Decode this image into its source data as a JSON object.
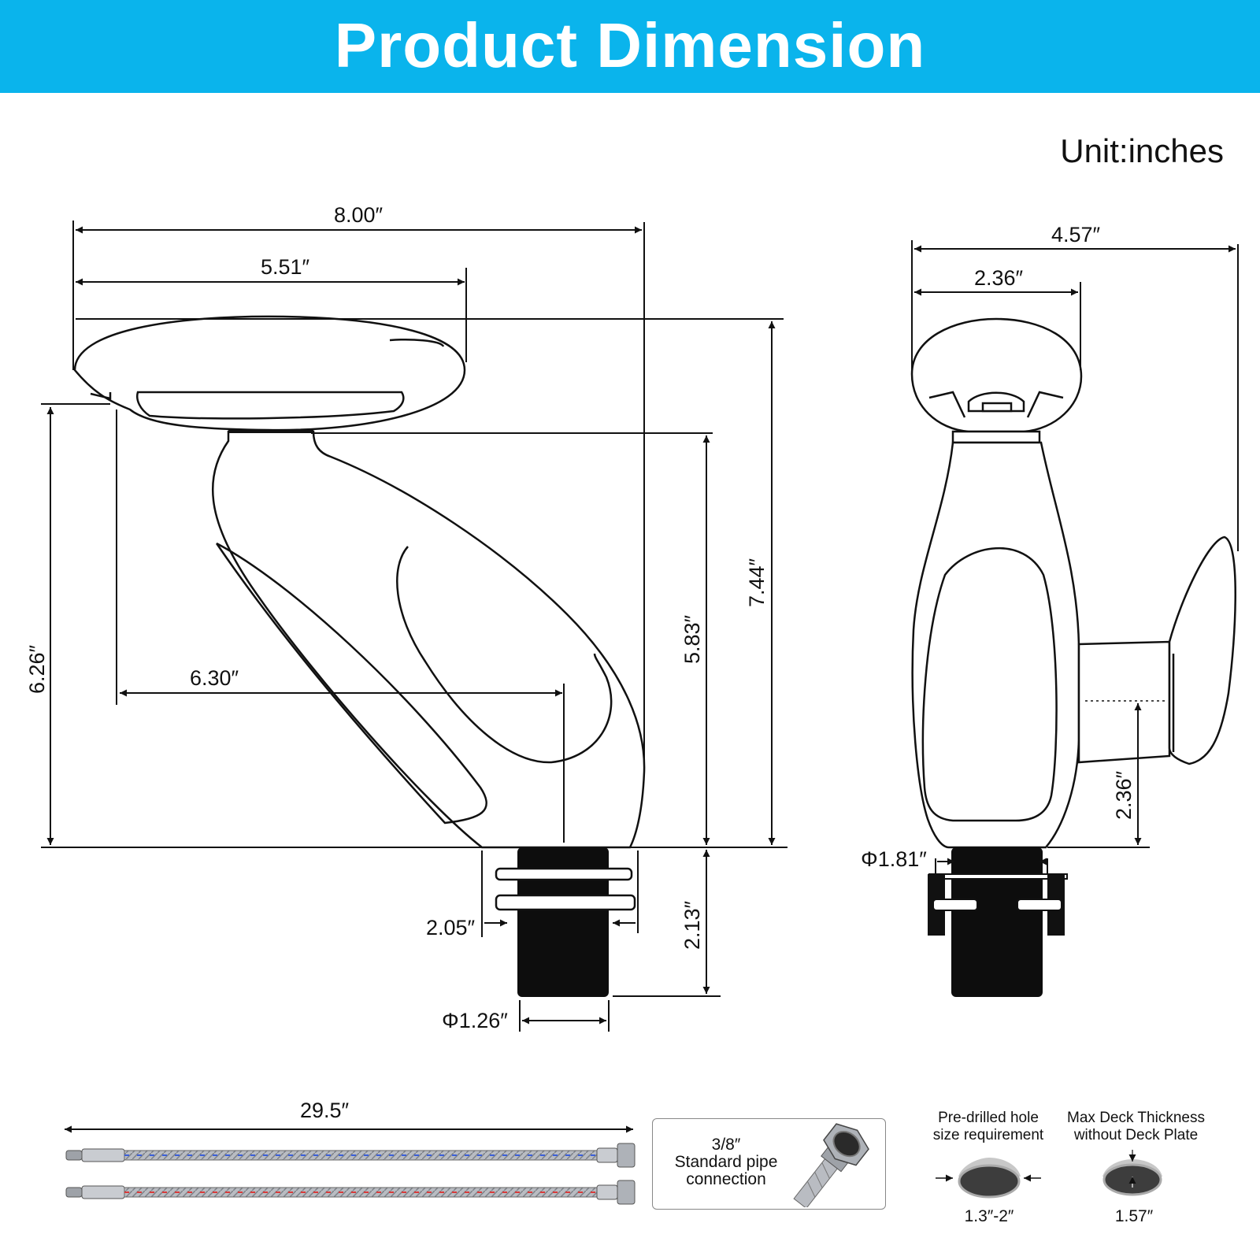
{
  "header": {
    "title": "Product Dimension"
  },
  "unit_label": "Unit:inches",
  "front_view": {
    "overall_width": "8.00″",
    "spout_head_width": "5.51″",
    "spout_reach": "6.30″",
    "spout_height": "6.26″",
    "body_height": "5.83″",
    "overall_height": "7.44″",
    "shank_length": "2.13″",
    "nut_width": "2.05″",
    "shank_diameter": "Φ1.26″"
  },
  "side_view": {
    "overall_depth": "4.57″",
    "head_depth": "2.36″",
    "handle_height": "2.36″",
    "base_diameter": "Φ1.81″"
  },
  "accessories": {
    "hose_length": "29.5″",
    "pipe_connection": {
      "size": "3/8″",
      "line1": "Standard pipe",
      "line2": "connection"
    },
    "hole_requirement": {
      "caption_line1": "Pre-drilled hole",
      "caption_line2": "size requirement",
      "value": "1.3″-2″"
    },
    "deck_thickness": {
      "caption_line1": "Max Deck Thickness",
      "caption_line2": "without Deck Plate",
      "value": "1.57″"
    }
  },
  "colors": {
    "banner": "#0ab4ec",
    "line": "#111111",
    "hose_blue": "#3b5fd9",
    "hose_red": "#d93b3b"
  }
}
